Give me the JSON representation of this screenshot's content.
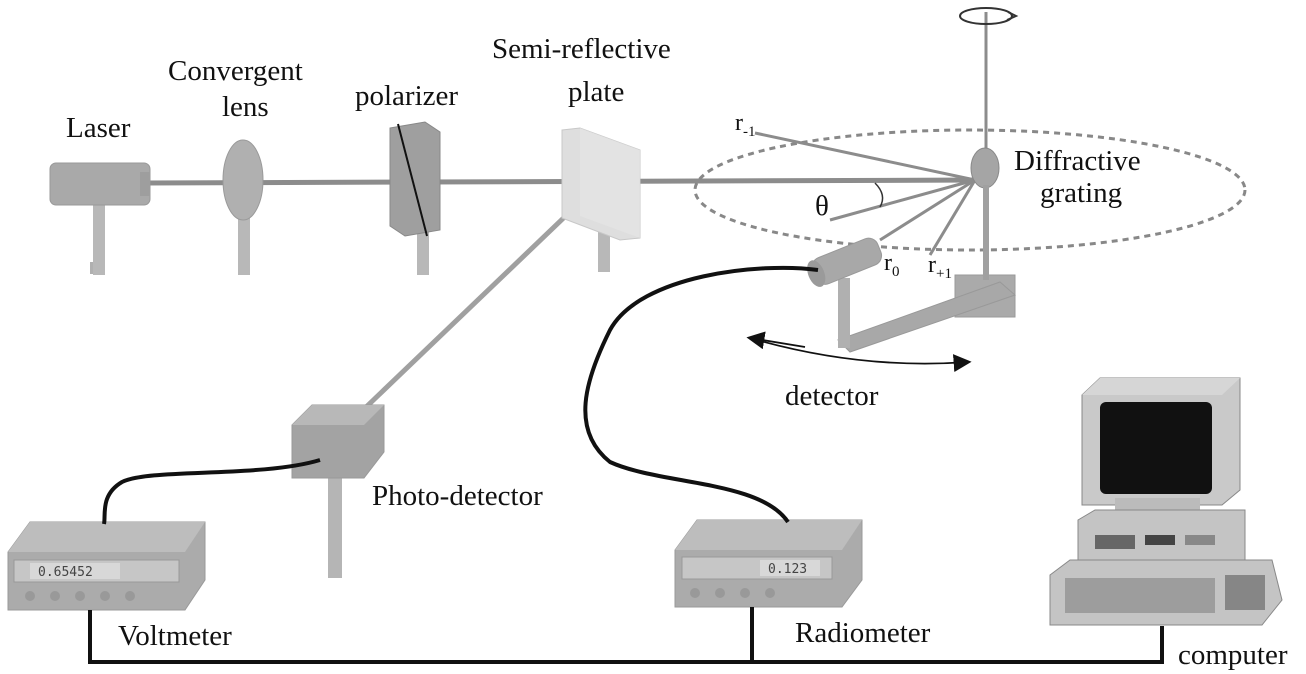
{
  "labels": {
    "laser": "Laser",
    "lens_line1": "Convergent",
    "lens_line2": "lens",
    "polarizer": "polarizer",
    "plate_line1": "Semi-reflective",
    "plate_line2": "plate",
    "grating_line1": "Diffractive",
    "grating_line2": "grating",
    "theta": "θ",
    "r_minus1": "r",
    "r_minus1_sub": "-1",
    "r0": "r",
    "r0_sub": "0",
    "r_plus1": "r",
    "r_plus1_sub": "+1",
    "detector": "detector",
    "photo_detector": "Photo-detector",
    "voltmeter": "Voltmeter",
    "radiometer": "Radiometer",
    "computer": "computer"
  },
  "displays": {
    "voltmeter_reading": "0.65452",
    "radiometer_reading": "0.123"
  },
  "colors": {
    "component": "#a9a9a9",
    "beam": "#8c8c8c",
    "cable": "#111111",
    "ellipse": "#888888",
    "screen": "#111111"
  }
}
